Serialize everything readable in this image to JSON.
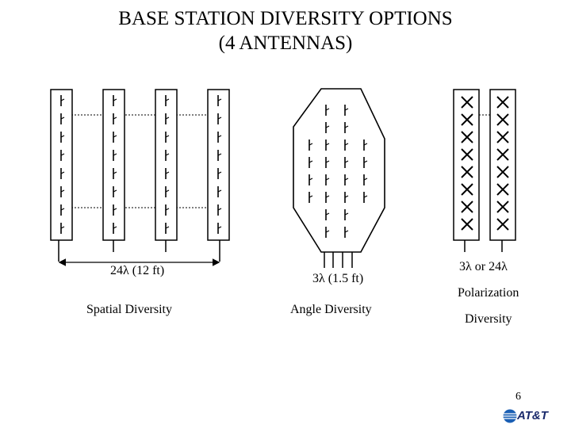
{
  "title": {
    "line1": "BASE STATION DIVERSITY OPTIONS",
    "line2": "(4 ANTENNAS)"
  },
  "spatial": {
    "spacing_label": "24λ (12 ft)",
    "caption": "Spatial Diversity"
  },
  "angle": {
    "spacing_label": "3λ (1.5 ft)",
    "caption": "Angle Diversity"
  },
  "polarization": {
    "spacing_label": "3λ or 24λ",
    "caption_line1": "Polarization",
    "caption_line2": "Diversity"
  },
  "footer": {
    "page_number": "6",
    "logo_text": "AT&T"
  }
}
